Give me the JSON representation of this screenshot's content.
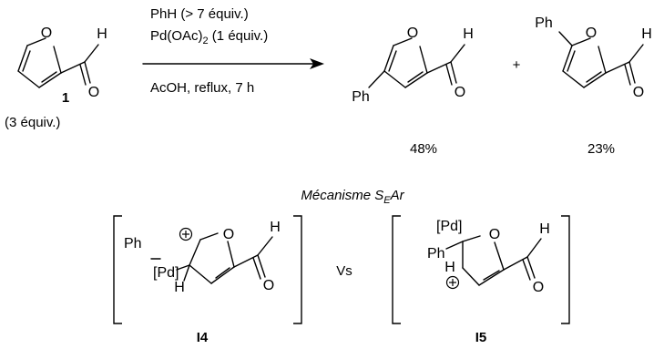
{
  "reaction": {
    "reactant_label": "1",
    "reactant_equiv": "(3 équiv.)",
    "conditions": {
      "line1": "PhH (> 7 équiv.)",
      "line2_main": "Pd(OAc)",
      "line2_sub": "2",
      "line2_rest": " (1 équiv.)",
      "line3": "AcOH, reflux, 7 h"
    },
    "plus_sign": "+",
    "product1_yield": "48%",
    "product2_yield": "23%"
  },
  "atoms": {
    "O": "O",
    "H": "H",
    "Ph": "Ph",
    "Pd": "[Pd]",
    "charge": "+"
  },
  "mechanism": {
    "title_main": "Mécanisme S",
    "title_sub": "E",
    "title_rest": "Ar",
    "intermediate1_label": "I4",
    "versus": "Vs",
    "intermediate2_label": "I5"
  }
}
